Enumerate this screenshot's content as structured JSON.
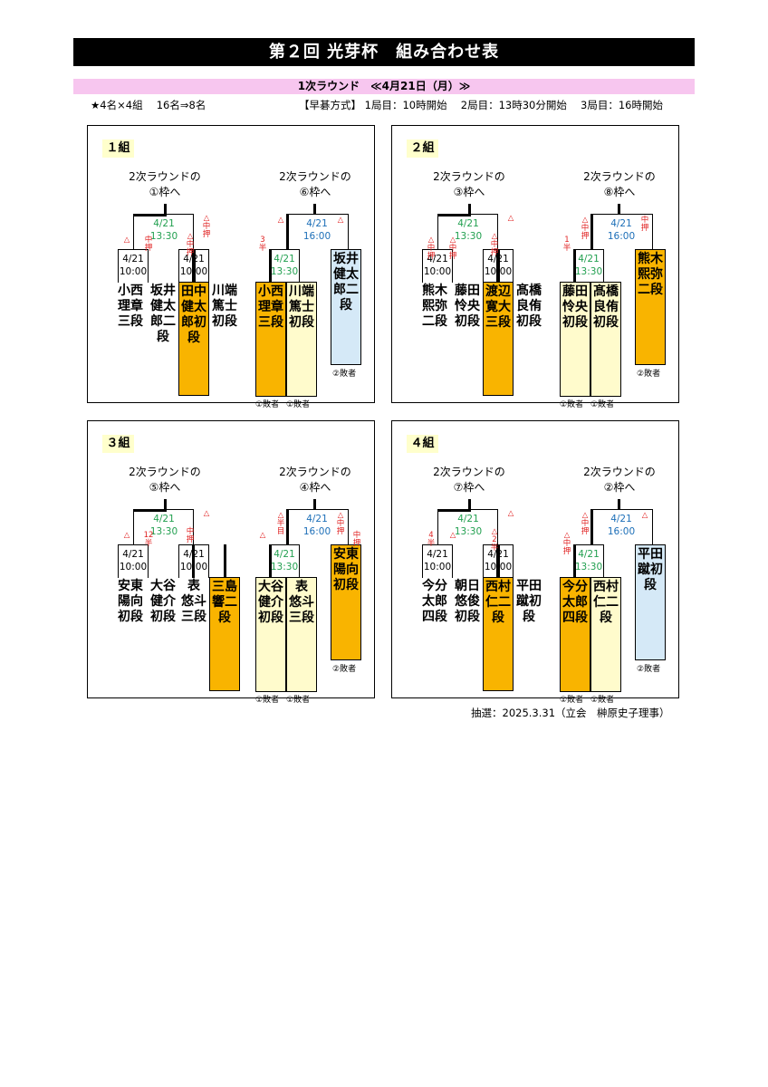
{
  "title": "第２回 光芽杯　組み合わせ表",
  "round_header": "1次ラウンド　≪4月21日（月）≫",
  "format_note": "★4名×4組　 16名⇒8名",
  "schedule": "【早碁方式】 1局目：10時開始　 2局目：13時30分開始　 3局目：16時開始",
  "footer": "抽選：2025.3.31（立会　榊原史子理事）",
  "colors": {
    "winner_box": "#f9b400",
    "cream_box": "#fffbcc",
    "blue_box": "#d5e9f7",
    "mark": "#e02020"
  },
  "groups": [
    {
      "name": "１組",
      "left_dest": "2次ラウンドの\n①枠へ",
      "right_dest": "2次ラウンドの\n⑥枠へ",
      "left_top": "4/21\n13:30",
      "right_top": "4/21\n16:00",
      "r1a": "4/21\n10:00",
      "r1b": "4/21\n10:00",
      "r2": "4/21\n13:30",
      "players": [
        "小西理章三段",
        "坂井健太郎二段",
        "田中健太郎初段",
        "川端篤士初段"
      ],
      "right_players": [
        "小西理章三段",
        "川端篤士初段",
        "坂井健太郎二段"
      ],
      "marks": [
        "△",
        "中押",
        "△\n中押",
        "△\n中押",
        "△",
        "3\n半",
        "△"
      ],
      "loser_labels": [
        "①敗者",
        "①敗者",
        "②敗者"
      ]
    },
    {
      "name": "２組",
      "left_dest": "2次ラウンドの\n③枠へ",
      "right_dest": "2次ラウンドの\n⑧枠へ",
      "left_top": "4/21\n13:30",
      "right_top": "4/21\n16:00",
      "r1a": "4/21\n10:00",
      "r1b": "4/21\n10:00",
      "r2": "4/21\n13:30",
      "players": [
        "熊木熙弥二段",
        "藤田怜央初段",
        "渡辺寛大三段",
        "髙橋良侑初段"
      ],
      "right_players": [
        "藤田怜央初段",
        "髙橋良侑初段",
        "熊木熙弥二段"
      ],
      "marks": [
        "△\n中押",
        "△\n中押",
        "△\n中押",
        "△",
        "△\n中押",
        "1\n半",
        "中\n押"
      ],
      "loser_labels": [
        "①敗者",
        "①敗者",
        "②敗者"
      ]
    },
    {
      "name": "３組",
      "left_dest": "2次ラウンドの\n⑤枠へ",
      "right_dest": "2次ラウンドの\n④枠へ",
      "left_top": "4/21\n13:30",
      "right_top": "4/21\n16:00",
      "r1a": "4/21\n10:00",
      "r1b": "4/21\n10:00",
      "r2": "4/21\n13:30",
      "players": [
        "安東陽向初段",
        "大谷健介初段",
        "表　悠斗三段",
        "三島　響二段"
      ],
      "right_players": [
        "大谷健介初段",
        "表　悠斗三段",
        "安東陽向初段"
      ],
      "marks": [
        "△",
        "12\n半",
        "中\n押",
        "△",
        "△\n半目",
        "△",
        "△\n中押",
        "中\n押"
      ],
      "loser_labels": [
        "①敗者",
        "①敗者",
        "②敗者"
      ]
    },
    {
      "name": "４組",
      "left_dest": "2次ラウンドの\n⑦枠へ",
      "right_dest": "2次ラウンドの\n②枠へ",
      "left_top": "4/21\n13:30",
      "right_top": "4/21\n16:00",
      "r1a": "4/21\n10:00",
      "r1b": "4/21\n10:00",
      "r2": "4/21\n13:30",
      "players": [
        "今分太郎四段",
        "朝日悠俊初段",
        "西村　仁二段",
        "平田　蹴初段"
      ],
      "right_players": [
        "今分太郎四段",
        "西村　仁二段",
        "平田　蹴初段"
      ],
      "marks": [
        "4\n半",
        "△",
        "△\n2\n半",
        "△",
        "△\n中押",
        "△\n中押",
        "△"
      ],
      "loser_labels": [
        "①敗者",
        "①敗者",
        "②敗者"
      ]
    }
  ]
}
